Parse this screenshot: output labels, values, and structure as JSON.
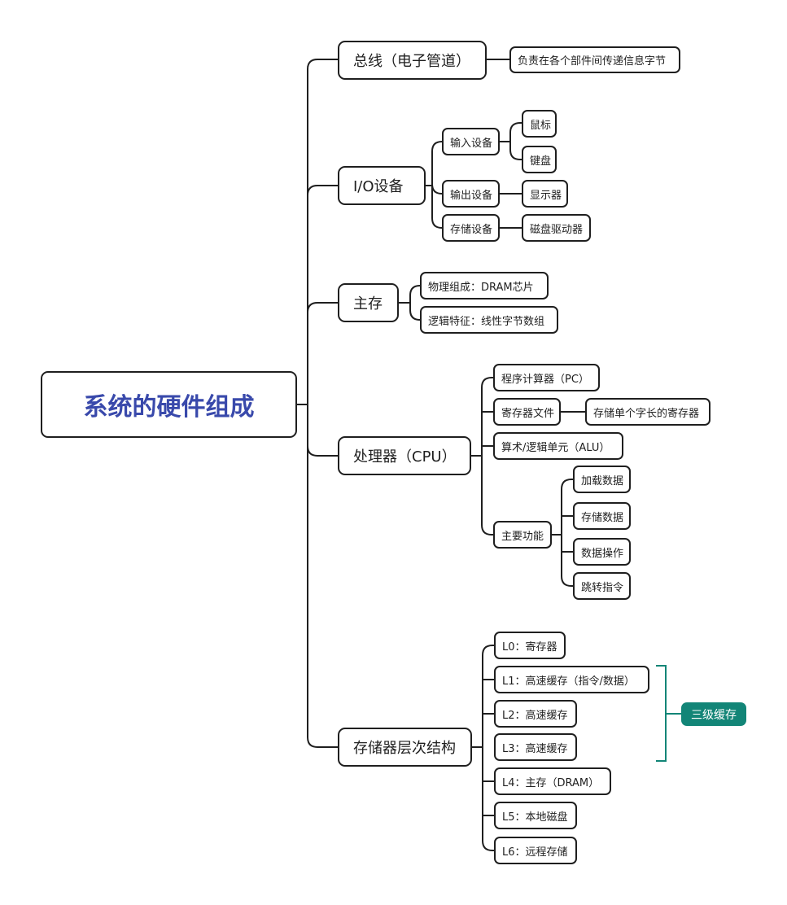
{
  "root": "系统的硬件组成",
  "bus": {
    "label": "总线（电子管道）",
    "desc": "负责在各个部件间传递信息字节"
  },
  "io": {
    "label": "I/O设备",
    "input": "输入设备",
    "mouse": "鼠标",
    "keyboard": "键盘",
    "output": "输出设备",
    "display": "显示器",
    "storage": "存储设备",
    "disk_drive": "磁盘驱动器"
  },
  "main_memory": {
    "label": "主存",
    "physical": "物理组成：DRAM芯片",
    "logical": "逻辑特征：线性字节数组"
  },
  "cpu": {
    "label": "处理器（CPU）",
    "pc": "程序计算器（PC）",
    "register_file": "寄存器文件",
    "register_file_desc": "存储单个字长的寄存器",
    "alu": "算术/逻辑单元（ALU）",
    "functions": "主要功能",
    "load": "加载数据",
    "store": "存储数据",
    "operate": "数据操作",
    "jump": "跳转指令"
  },
  "hierarchy": {
    "label": "存储器层次结构",
    "l0": "L0：寄存器",
    "l1": "L1：高速缓存（指令/数据）",
    "l2": "L2：高速缓存",
    "l3": "L3：高速缓存",
    "l4": "L4：主存（DRAM）",
    "l5": "L5：本地磁盘",
    "l6": "L6：远程存储",
    "cache_tag": "三级缓存"
  },
  "colors": {
    "root_text": "#3949ab",
    "line": "#1f1f1f",
    "tag_bg": "#128577"
  }
}
